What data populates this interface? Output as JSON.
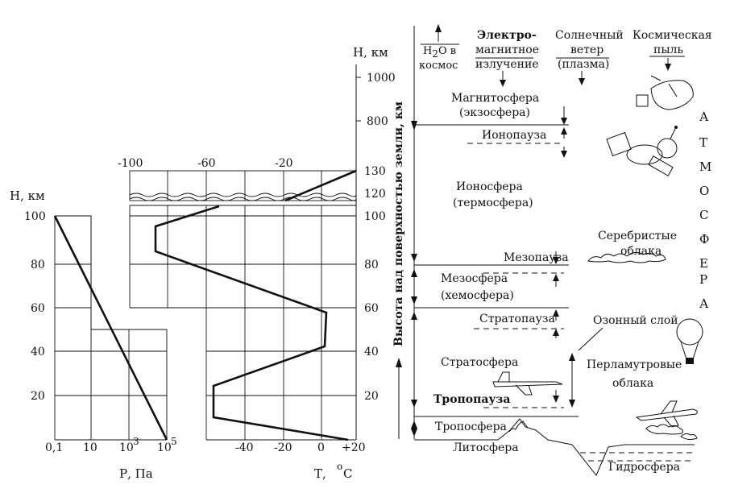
{
  "pressure_panel": {
    "h_label": "Н, км",
    "y_ticks": [
      "100",
      "80",
      "60",
      "40",
      "20"
    ],
    "x_ticks": [
      "0,1",
      "10",
      "10",
      "10"
    ],
    "x_exponents": [
      "",
      "",
      "3",
      "5"
    ],
    "x_label": "Р, Па"
  },
  "temperature_panel": {
    "h_label": "Н, км",
    "right_ticks": [
      "1000",
      "800",
      "130",
      "120",
      "100",
      "80",
      "60",
      "40",
      "20"
    ],
    "top_ticks": [
      "-100",
      "-60",
      "-20"
    ],
    "bottom_ticks": [
      "-40",
      "-20",
      "0",
      "+20"
    ],
    "x_label": "Т,",
    "x_unit_sup": "o",
    "x_unit": "С"
  },
  "vertical_axis_label": "Высота над поверхностью земли, км",
  "headers": {
    "h2o_line1": "H",
    "h2o_sub": "2",
    "h2o_line1_rest": "O в",
    "h2o_line2": "космос",
    "em_line1": "Электро-",
    "em_line2": "магнитное",
    "em_line3": "излучение",
    "solar_line1": "Солнечный",
    "solar_line2": "ветер",
    "solar_line3": "(плазма)",
    "dust_line1": "Космическая",
    "dust_line2": "пыль"
  },
  "layers": {
    "magnetosphere_1": "Магнитосфера",
    "magnetosphere_2": "(экзосфера)",
    "ionopause": "Ионопауза",
    "ionosphere_1": "Ионосфера",
    "ionosphere_2": "(термосфера)",
    "mesopause": "Мезопауза",
    "mesosphere_1": "Мезосфера",
    "mesosphere_2": "(хемосфера)",
    "stratopause": "Стратопауза",
    "stratosphere": "Стратосфера",
    "tropopause": "Тропопауза",
    "troposphere": "Тропосфера",
    "lithosphere": "Литосфера",
    "hydrosphere": "Гидросфера"
  },
  "side_labels": {
    "noctilucent_1": "Серебристые",
    "noctilucent_2": "облака",
    "ozone": "Озонный слой",
    "nacreous_1": "Перламутровые",
    "nacreous_2": "облака"
  },
  "atmosphere_letters": [
    "А",
    "Т",
    "М",
    "О",
    "С",
    "Ф",
    "Е",
    "Р",
    "А"
  ]
}
